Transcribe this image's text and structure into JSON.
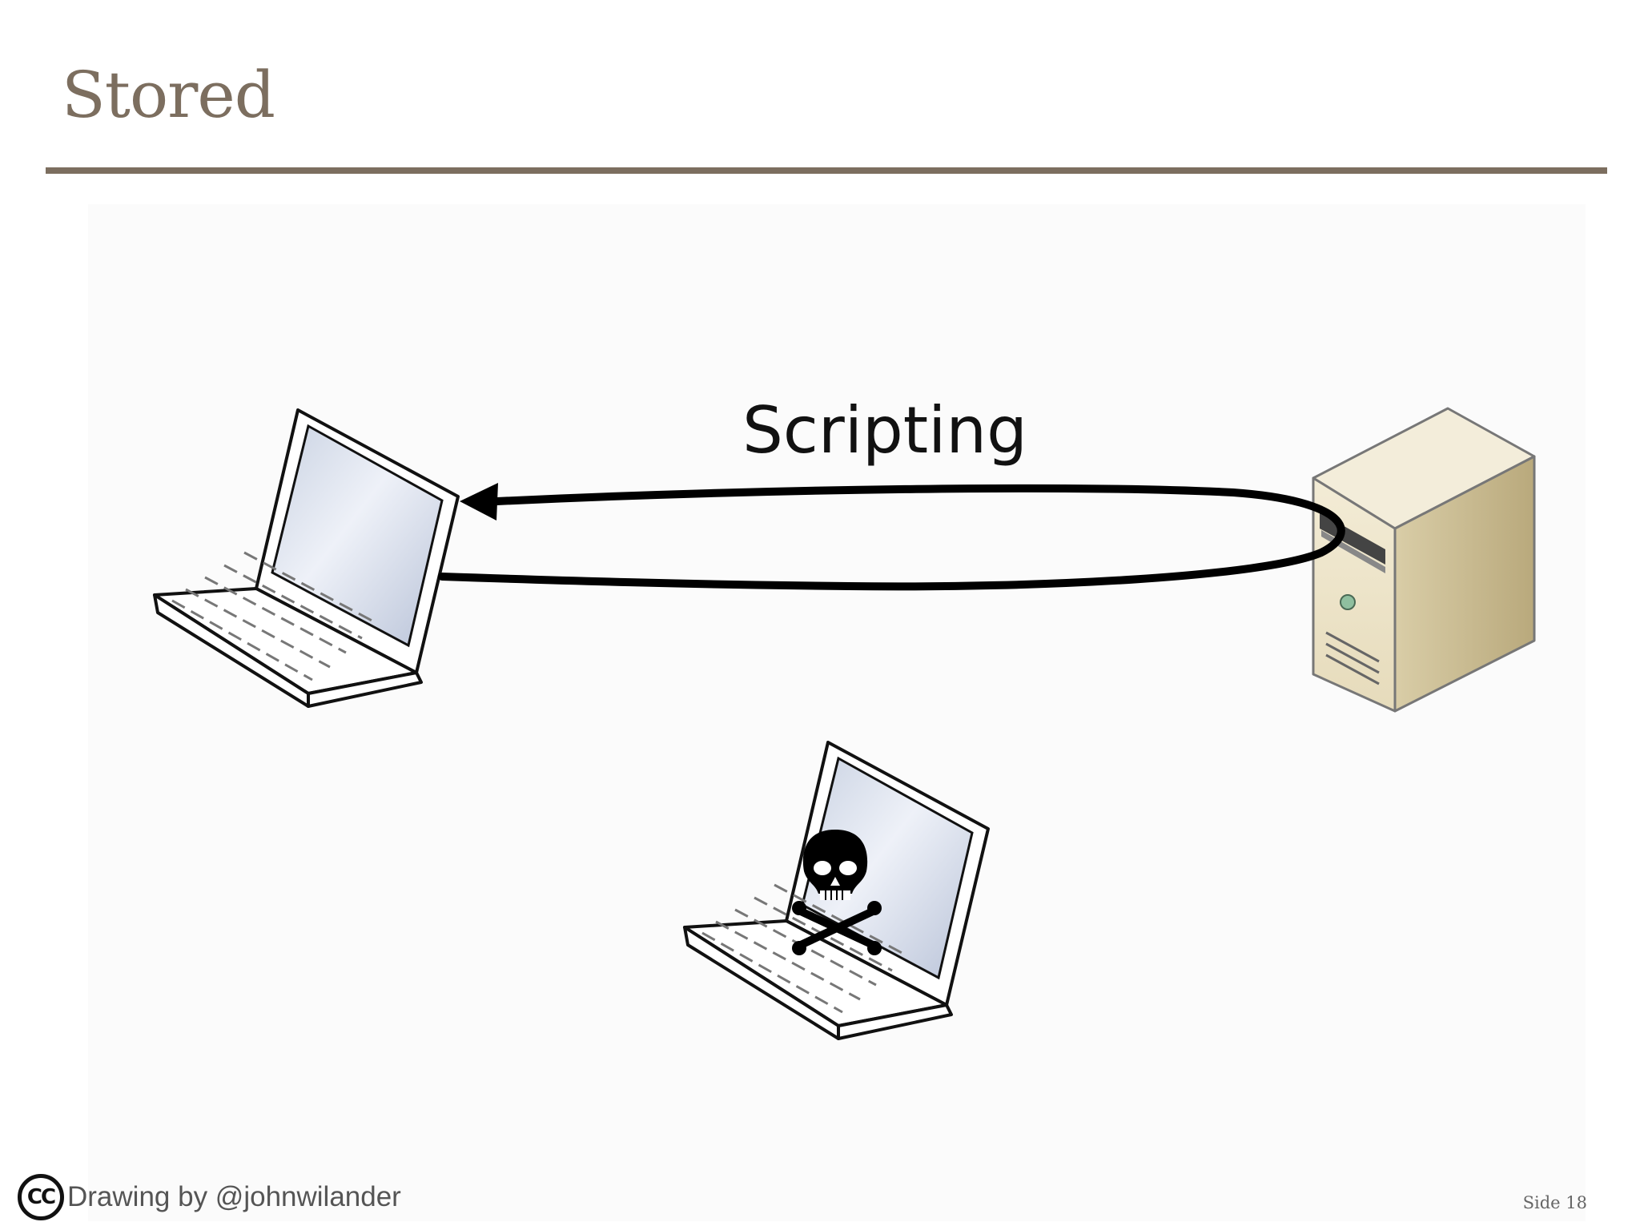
{
  "slide": {
    "title": "Stored",
    "slide_number": "Side 18"
  },
  "diagram": {
    "flow_label": "Scripting",
    "nodes": [
      {
        "id": "victim",
        "icon": "laptop-icon"
      },
      {
        "id": "server",
        "icon": "server-tower-icon"
      },
      {
        "id": "attacker",
        "icon": "laptop-icon"
      }
    ],
    "overlay_icon": "skull-crossbones-icon"
  },
  "footer": {
    "cc_label": "CC",
    "credit": "Drawing by @johnwilander"
  },
  "colors": {
    "title": "#7c6e5f",
    "rule": "#7c6e5f",
    "server_body": "#ece3c8"
  }
}
